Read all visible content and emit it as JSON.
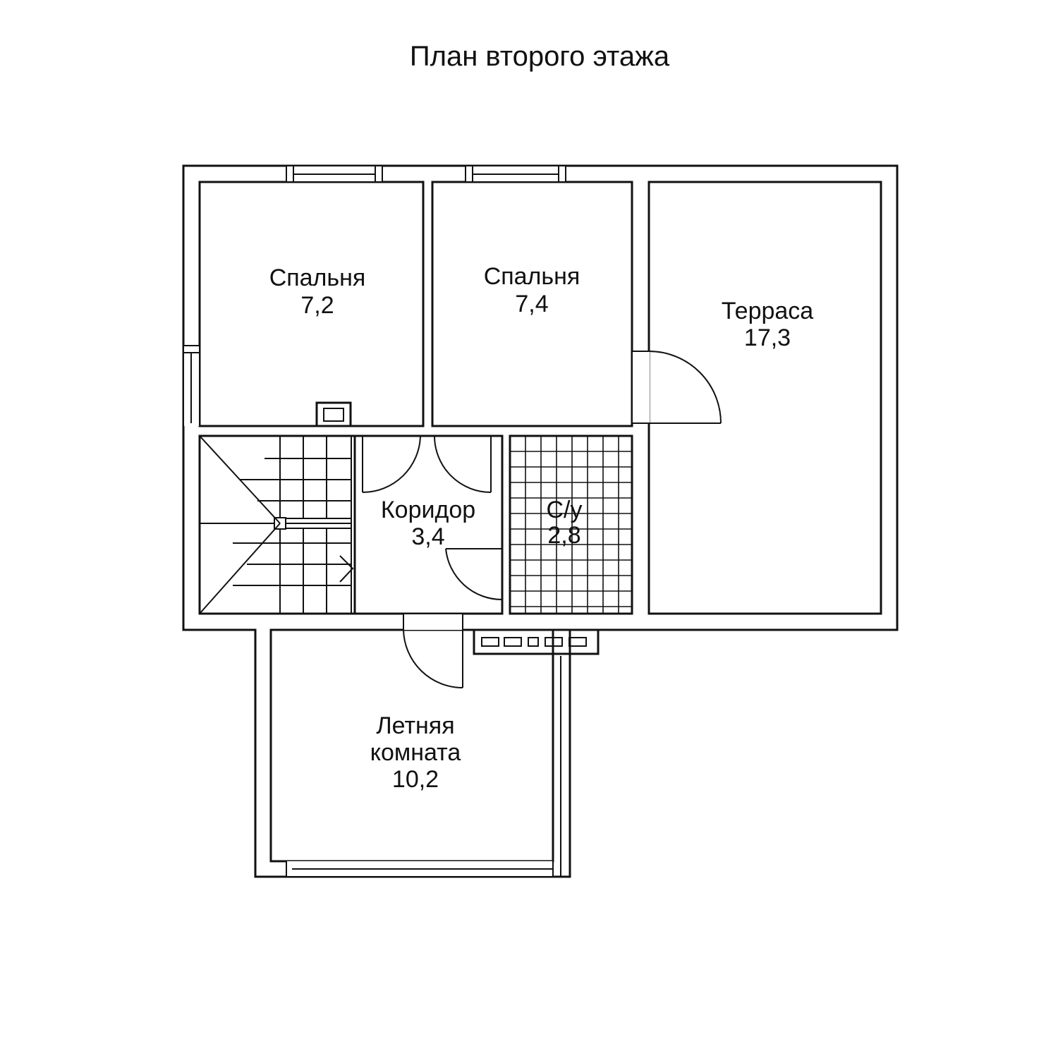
{
  "title": "План второго этажа",
  "rooms": [
    {
      "id": "bedroom-1",
      "name": "Спальня",
      "area": "7,2"
    },
    {
      "id": "bedroom-2",
      "name": "Спальня",
      "area": "7,4"
    },
    {
      "id": "terrace",
      "name": "Терраса",
      "area": "17,3"
    },
    {
      "id": "corridor",
      "name": "Коридор",
      "area": "3,4"
    },
    {
      "id": "wc",
      "name": "С/у",
      "area": "2,8"
    },
    {
      "id": "summer-room",
      "name_line1": "Летняя",
      "name_line2": "комната",
      "area": "10,2"
    }
  ]
}
